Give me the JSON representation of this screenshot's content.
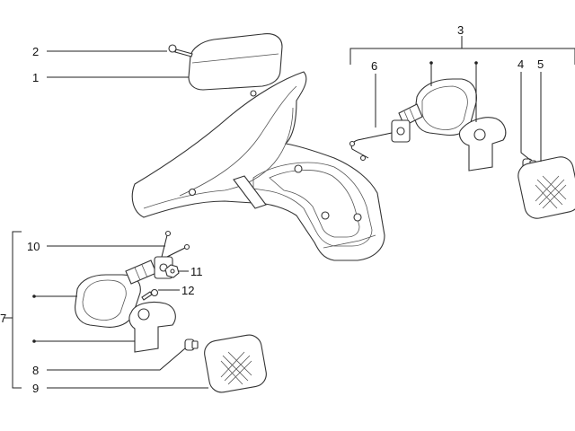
{
  "diagram": {
    "callouts": {
      "c1": "1",
      "c2": "2",
      "c3": "3",
      "c4": "4",
      "c5": "5",
      "c6": "6",
      "c7": "7",
      "c8": "8",
      "c9": "9",
      "c10": "10",
      "c11": "11",
      "c12": "12"
    },
    "colors": {
      "line": "#222222",
      "background": "#ffffff"
    }
  }
}
